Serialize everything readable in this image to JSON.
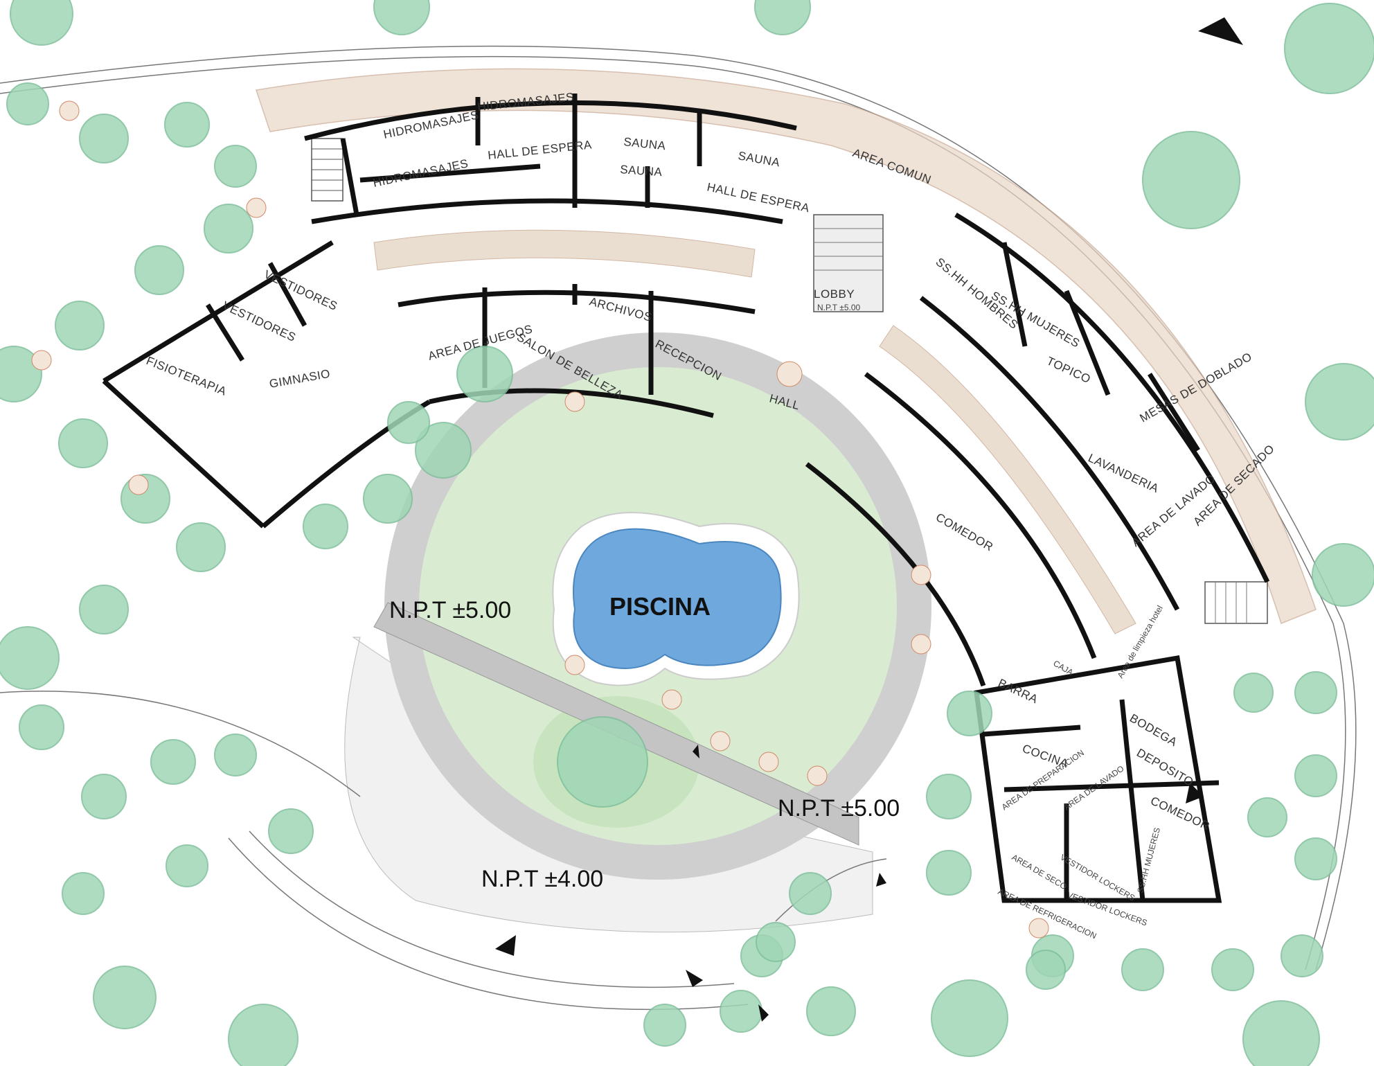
{
  "rooms": {
    "hidromasajes_1": "HIDROMASAJES",
    "hidromasajes_2": "HIDROMASAJES",
    "hidromasajes_3": "HIDROMASAJES",
    "sauna_1": "SAUNA",
    "sauna_2": "SAUNA",
    "sauna_3": "SAUNA",
    "hall_espera_1": "HALL DE ESPERA",
    "hall_espera_2": "HALL DE ESPERA",
    "area_comun": "AREA COMUN",
    "lobby": "LOBBY",
    "vestidores_1": "VESTIDORES",
    "vestidores_2": "VESTIDORES",
    "fisioterapia": "FISIOTERAPIA",
    "gimnasio": "GIMNASIO",
    "area_juegos": "AREA DE JUEGOS",
    "salon_belleza": "SALON DE BELLEZA",
    "archivos": "ARCHIVOS",
    "recepcion": "RECEPCION",
    "hall": "HALL",
    "ss_hh": "SS.HH HOMBRES",
    "ss_hh_mujeres": "SS.HH MUJERES",
    "topico": "TOPICO",
    "mesas_doblado": "MESAS DE DOBLADO",
    "lavanderia": "LAVANDERIA",
    "area_secado": "AREA DE SECADO",
    "area_lavado": "AREA DE LAVADO",
    "comedor": "COMEDOR",
    "barra": "BARRA",
    "caja": "CAJA",
    "area_limpieza": "Area de limpieza hotel",
    "bodega": "BODEGA",
    "deposito": "DEPOSITO",
    "cocina": "COCINA",
    "comedor_personal": "COMEDOR",
    "area_preparacion": "AREA DE PREPARACION",
    "area_lavado_cocina": "AREA DE LAVADO",
    "area_seco": "AREA DE SECO",
    "area_refrigeracion": "AREA DE REFRIGERACION",
    "vestidor_lockers_1": "VESTIDOR LOCKERS",
    "vestidor_lockers_2": "VESTIDOR LOCKERS",
    "ss_hh_mujeres_2": "SS.HH MUJERES"
  },
  "levels": {
    "npt_left": "N.P.T ±5.00",
    "npt_right": "N.P.T ±5.00",
    "npt_plaza": "N.P.T ±4.00",
    "npt_small": "N.P.T ±5.00"
  },
  "pool_label": "PISCINA",
  "colors": {
    "pool": "#6fa8dc",
    "pool_edge": "#ffffff",
    "ring": "#cfcfcf",
    "lawn": "#d9ecd2",
    "trees": "#9fd6b6",
    "garden_bed": "#e6c9b4",
    "paving": "#eeeeee"
  }
}
